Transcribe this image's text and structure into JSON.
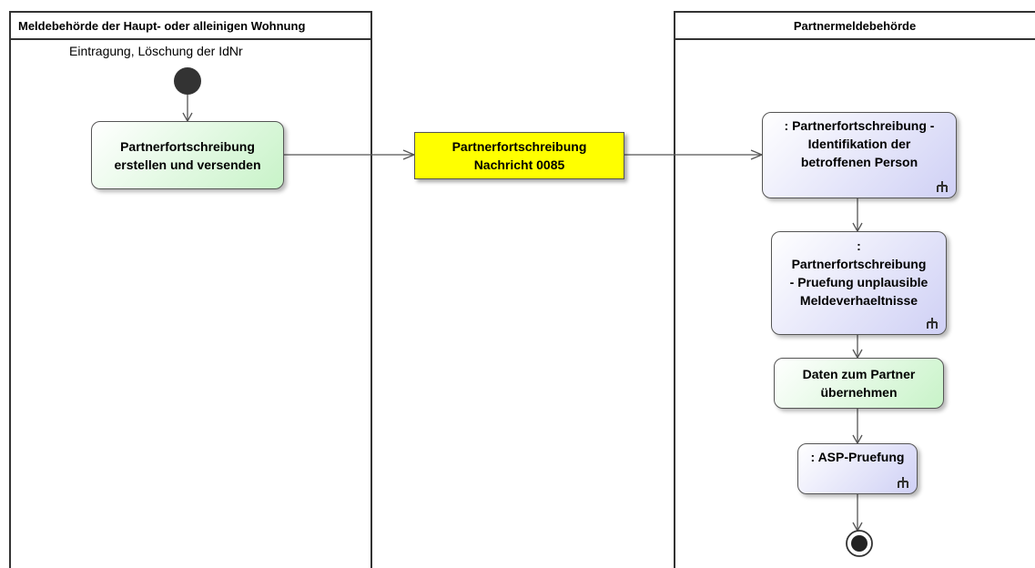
{
  "lanes": {
    "left_title": "Meldebehörde der Haupt- oder alleinigen Wohnung",
    "right_title": "Partnermeldebehörde"
  },
  "start_label": "Eintragung, Löschung der IdNr",
  "nodes": {
    "create_send": "Partnerfortschreibung\nerstellen und versenden",
    "message": "Partnerfortschreibung\nNachricht 0085",
    "identification": ": Partnerfortschreibung -\nIdentifikation der\nbetroffenen Person",
    "plausibility": ":\nPartnerfortschreibung\n- Pruefung unplausible\nMeldeverhaeltnisse",
    "take_over": "Daten zum Partner\nübernehmen",
    "asp": ": ASP-Pruefung"
  },
  "icons": {
    "subactivity": "rake-icon",
    "start": "initial-node-icon",
    "end": "final-node-icon"
  },
  "colors": {
    "action_fill": "#c8f3c8",
    "call_action_fill": "#cfd0f5",
    "object_fill": "#ffff00",
    "border": "#333333"
  }
}
